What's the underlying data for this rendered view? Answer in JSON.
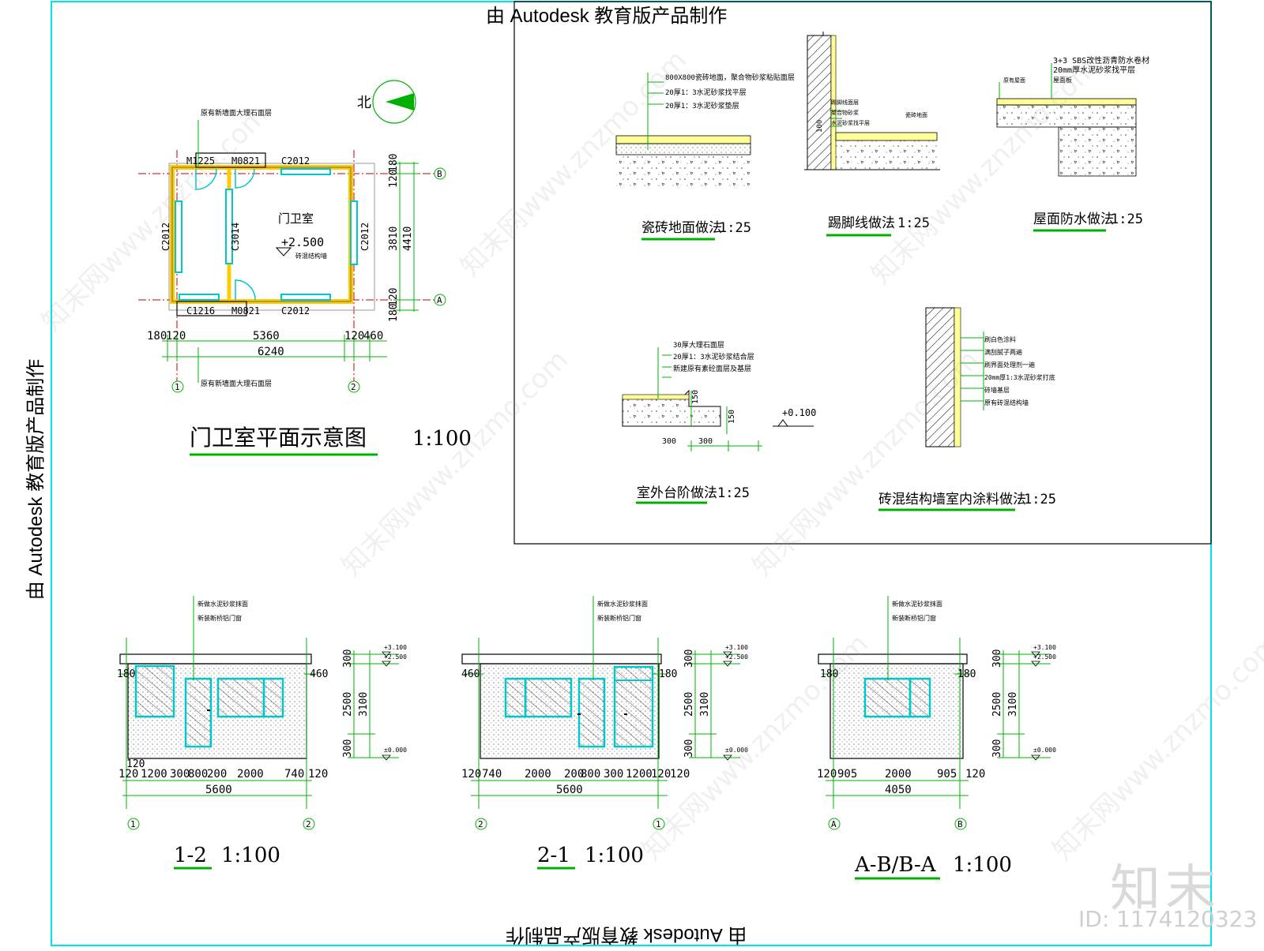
{
  "watermark": {
    "autodesk": "由 Autodesk 教育版产品制作",
    "site": "www.znzmo.com",
    "site_cn": "知末网",
    "brand": "知末",
    "id": "ID: 1174120323"
  },
  "plan": {
    "title": "门卫室平面示意图",
    "scale": "1:100",
    "room": "门卫室",
    "level": "+2.500",
    "level_note": "砖混结构墙",
    "north": "北",
    "note_top": "原有新墙面大理石面层",
    "note_bottom": "原有新墙面大理石面层",
    "windows_top": [
      "M1225",
      "M0821",
      "C2012"
    ],
    "windows_bottom": [
      "C1216",
      "M0821",
      "C2012"
    ],
    "side_left": "C2012",
    "mid": "C3014",
    "side_right": "C2012",
    "dims_bottom": [
      "180",
      "120",
      "5360",
      "120",
      "460"
    ],
    "dim_total": "6240",
    "dims_right": [
      "180",
      "120",
      "3810",
      "4410",
      "120",
      "180"
    ],
    "axes": [
      "1",
      "2",
      "A",
      "B"
    ]
  },
  "details": [
    {
      "title": "瓷砖地面做法",
      "scale": "1:25",
      "notes": [
        "800X800瓷砖地面，聚合物砂浆粘贴面层",
        "20厚1：3水泥砂浆找平层",
        "20厚1：3水泥砂浆垫层"
      ]
    },
    {
      "title": "踢脚线做法",
      "scale": "1:25",
      "notes": [
        "踢脚线面层",
        "聚合物砂浆",
        "水泥砂浆找平层",
        "瓷砖地面",
        "100"
      ]
    },
    {
      "title": "屋面防水做法",
      "scale": "1:25",
      "notes": [
        "3+3 SBS改性沥青防水卷材",
        "20mm厚水泥砂浆找平层",
        "屋面板",
        "原有屋面"
      ]
    },
    {
      "title": "室外台阶做法",
      "scale": "1:25",
      "notes": [
        "30厚大理石面层",
        "20厚1：3水泥砂浆结合层",
        "新建原有素砼面层及基层"
      ],
      "dims": [
        "300",
        "300",
        "150",
        "150"
      ],
      "level": "+0.100"
    },
    {
      "title": "砖混结构墙室内涂料做法",
      "scale": "1:25",
      "notes": [
        "刷白色涂料",
        "满刮腻子两遍",
        "刷界面处理剂一遍",
        "20mm厚1:3水泥砂浆打底",
        "砖墙基层",
        "原有砖混结构墙"
      ]
    }
  ],
  "elevations": [
    {
      "title": "1-2",
      "scale": "1:100",
      "notes": [
        "新做水泥砂浆抹面",
        "新装断桥铝门窗"
      ],
      "dims_bottom": [
        "120",
        "1200",
        "300",
        "800",
        "200",
        "2000",
        "740",
        "120"
      ],
      "dim_total": "5600",
      "dims_left": [
        "180"
      ],
      "dims_right": [
        "460"
      ],
      "dim_extra": "120",
      "levels": [
        "+3.100",
        "+2.500",
        "±0.000"
      ],
      "vdims": [
        "300",
        "2500",
        "3100",
        "300"
      ],
      "axes": [
        "1",
        "2"
      ]
    },
    {
      "title": "2-1",
      "scale": "1:100",
      "notes": [
        "新做水泥砂浆抹面",
        "新装断桥铝门窗"
      ],
      "dims_bottom": [
        "120",
        "740",
        "2000",
        "200",
        "800",
        "300",
        "1200",
        "120",
        "120"
      ],
      "dim_total": "5600",
      "dims_left": [
        "460"
      ],
      "dims_right": [
        "180"
      ],
      "levels": [
        "+3.100",
        "+2.500",
        "±0.000"
      ],
      "vdims": [
        "300",
        "2500",
        "3100",
        "300"
      ],
      "axes": [
        "2",
        "1"
      ]
    },
    {
      "title": "A-B/B-A",
      "scale": "1:100",
      "notes": [
        "新做水泥砂浆抹面",
        "新装断桥铝门窗"
      ],
      "dims_bottom": [
        "120",
        "905",
        "2000",
        "905",
        "120"
      ],
      "dim_total": "4050",
      "dims_left": [
        "180"
      ],
      "dims_right": [
        "180"
      ],
      "levels": [
        "+3.100",
        "+2.500",
        "±0.000"
      ],
      "vdims": [
        "300",
        "2500",
        "3100",
        "300"
      ],
      "axes": [
        "A",
        "B"
      ]
    }
  ],
  "colors": {
    "frame": "#00e5e5",
    "dim": "#00b000",
    "window": "#00c8c8",
    "axis": "#c00000",
    "wall_fill": "#ffff99",
    "ink": "#000000"
  }
}
